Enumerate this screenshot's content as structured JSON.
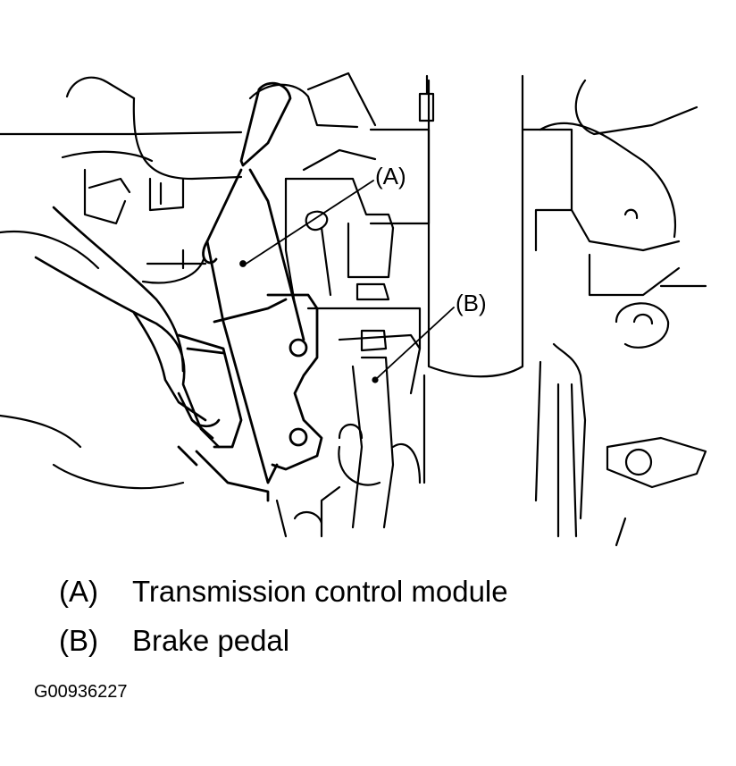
{
  "diagram": {
    "callouts": [
      {
        "key": "(A)"
      },
      {
        "key": "(B)"
      }
    ]
  },
  "legend": [
    {
      "key": "(A)",
      "label": "Transmission control module"
    },
    {
      "key": "(B)",
      "label": "Brake pedal"
    }
  ],
  "figure_id": "G00936227"
}
